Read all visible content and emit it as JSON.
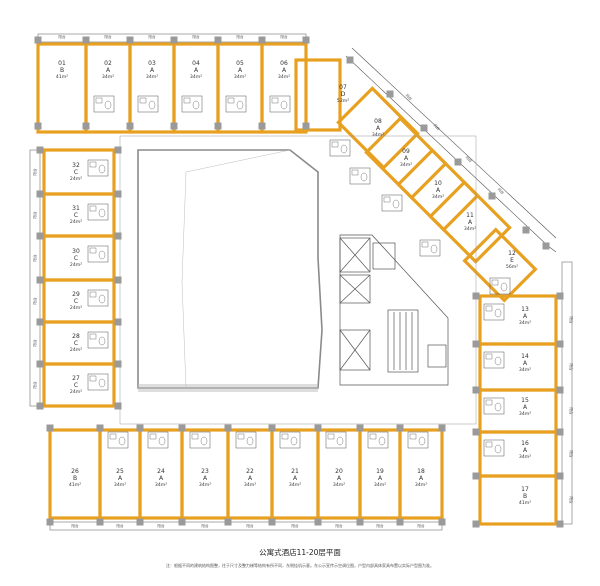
{
  "drawing": {
    "title": "公寓式酒店11-20层平面",
    "note": "注：根据不同的建筑结构图整，往于尺寸及整力梯等结构有所不同，东侧挂机示意。东公示宣传示空调位图，户型内部具体家具布置以实际户型图为准。"
  },
  "balcony_label": "阳台",
  "rooms": [
    {
      "id": "01",
      "type": "B",
      "area": "41m²"
    },
    {
      "id": "02",
      "type": "A",
      "area": "34m²"
    },
    {
      "id": "03",
      "type": "A",
      "area": "34m²"
    },
    {
      "id": "04",
      "type": "A",
      "area": "34m²"
    },
    {
      "id": "05",
      "type": "A",
      "area": "34m²"
    },
    {
      "id": "06",
      "type": "A",
      "area": "34m²"
    },
    {
      "id": "07",
      "type": "D",
      "area": "52m²"
    },
    {
      "id": "08",
      "type": "A",
      "area": "34m²"
    },
    {
      "id": "09",
      "type": "A",
      "area": "34m²"
    },
    {
      "id": "10",
      "type": "A",
      "area": "34m²"
    },
    {
      "id": "11",
      "type": "A",
      "area": "34m²"
    },
    {
      "id": "12",
      "type": "E",
      "area": "56m²"
    },
    {
      "id": "13",
      "type": "A",
      "area": "34m²"
    },
    {
      "id": "14",
      "type": "A",
      "area": "34m²"
    },
    {
      "id": "15",
      "type": "A",
      "area": "34m²"
    },
    {
      "id": "16",
      "type": "A",
      "area": "34m²"
    },
    {
      "id": "17",
      "type": "B",
      "area": "41m²"
    },
    {
      "id": "18",
      "type": "A",
      "area": "34m²"
    },
    {
      "id": "19",
      "type": "A",
      "area": "34m²"
    },
    {
      "id": "20",
      "type": "A",
      "area": "34m²"
    },
    {
      "id": "21",
      "type": "A",
      "area": "34m²"
    },
    {
      "id": "22",
      "type": "A",
      "area": "34m²"
    },
    {
      "id": "23",
      "type": "A",
      "area": "34m²"
    },
    {
      "id": "24",
      "type": "A",
      "area": "34m²"
    },
    {
      "id": "25",
      "type": "A",
      "area": "34m²"
    },
    {
      "id": "26",
      "type": "B",
      "area": "41m²"
    },
    {
      "id": "27",
      "type": "C",
      "area": "24m²"
    },
    {
      "id": "28",
      "type": "C",
      "area": "24m²"
    },
    {
      "id": "29",
      "type": "C",
      "area": "24m²"
    },
    {
      "id": "30",
      "type": "C",
      "area": "24m²"
    },
    {
      "id": "31",
      "type": "C",
      "area": "24m²"
    },
    {
      "id": "32",
      "type": "C",
      "area": "24m²"
    }
  ],
  "colors": {
    "wall": "#E8A020",
    "column": "#9a9a9a",
    "line": "#555555",
    "atrium": "#8a8a8a"
  }
}
